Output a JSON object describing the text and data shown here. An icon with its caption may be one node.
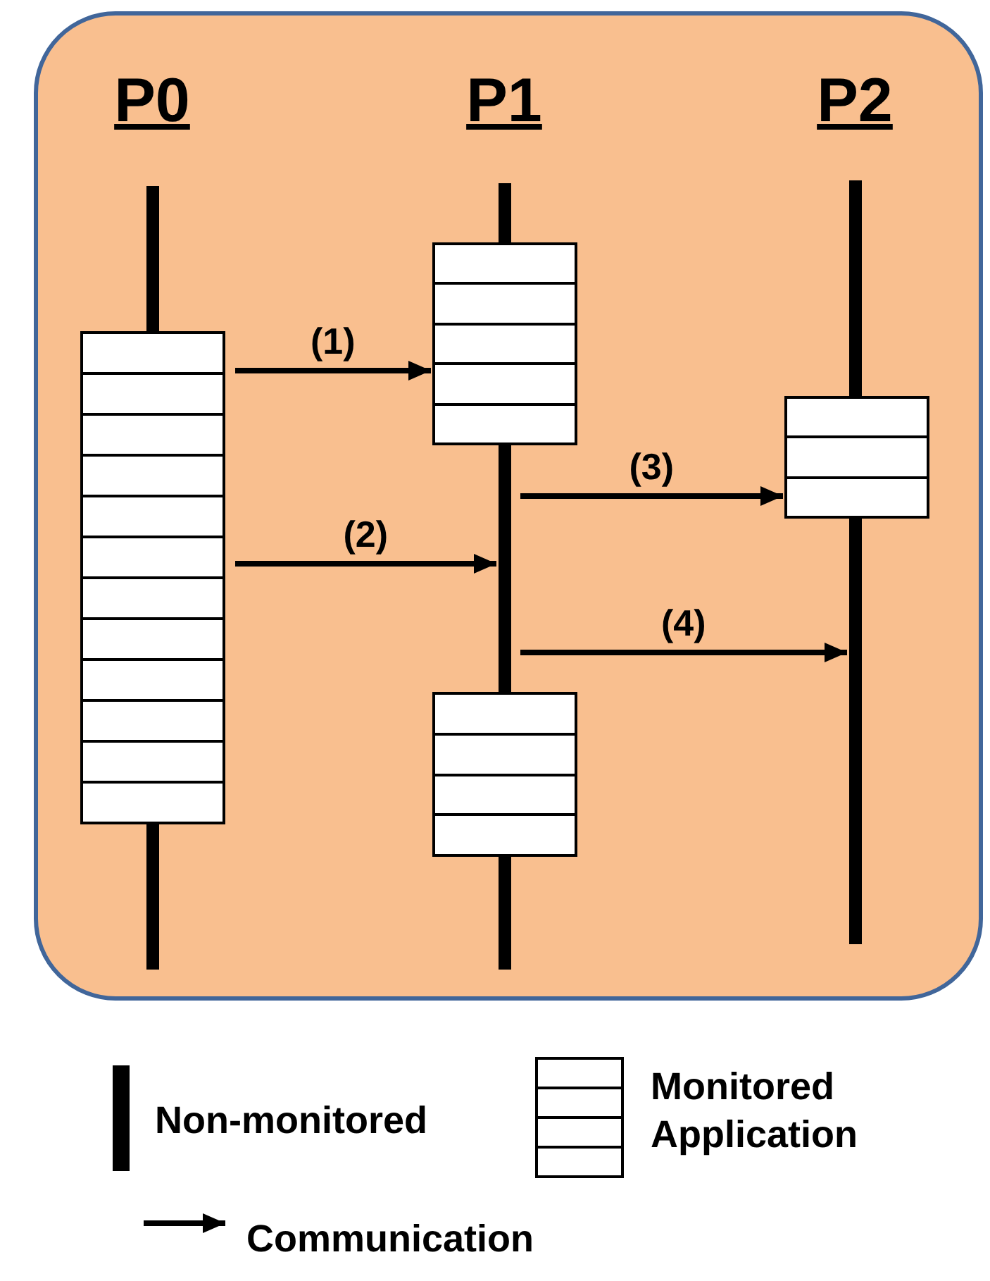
{
  "diagram": {
    "nodes": [
      {
        "text": [
          "P0"
        ]
      },
      {
        "text": [
          "P1"
        ]
      },
      {
        "text": [
          "P2"
        ]
      },
      {
        "text": [],
        "shape": "box"
      },
      {
        "text": [],
        "shape": "box"
      },
      {
        "text": [],
        "shape": "box"
      },
      {
        "text": [],
        "shape": "box"
      }
    ],
    "edges": [
      {
        "from": 3,
        "to": 4,
        "arrow": "to",
        "label": "(1)"
      },
      {
        "from": 3,
        "to": 1,
        "arrow": "to",
        "label": "(2)"
      },
      {
        "from": 1,
        "to": 6,
        "arrow": "to",
        "label": "(3)"
      },
      {
        "from": 1,
        "to": 2,
        "arrow": "to",
        "label": "(4)"
      }
    ],
    "legend": [
      {
        "text": "Non-monitored"
      },
      {
        "text": "Monitored Application"
      },
      {
        "text": "Communication"
      }
    ]
  }
}
